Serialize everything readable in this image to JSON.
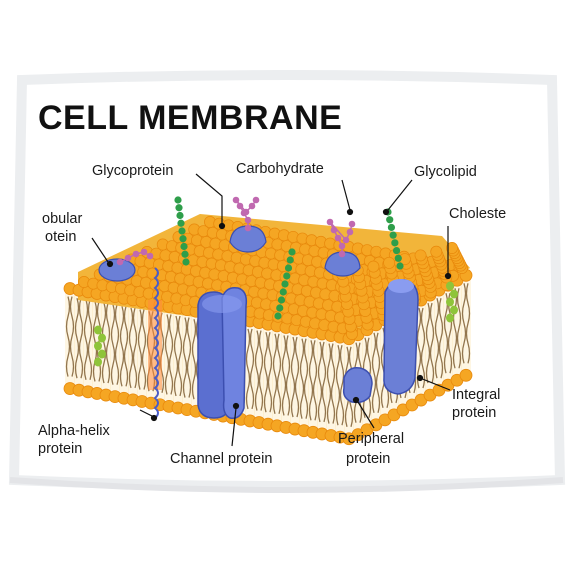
{
  "title": "CELL MEMBRANE",
  "labels": {
    "glycoprotein": "Glycoprotein",
    "carbohydrate": "Carbohydrate",
    "glycolipid": "Glycolipid",
    "globular_line1": "obular",
    "globular_line2": "otein",
    "cholesterol": "Choleste",
    "alpha_line1": "Alpha-helix",
    "alpha_line2": "protein",
    "channel": "Channel protein",
    "peripheral_line1": "Peripheral",
    "peripheral_line2": "protein",
    "integral_line1": "Integral",
    "integral_line2": "protein"
  },
  "colors": {
    "background": "#ffffff",
    "pillow_shadow": "#e8e8ea",
    "lipid_head": "#f5a623",
    "lipid_head_dark": "#e8890c",
    "lipid_tail": "#5a3a1a",
    "protein": "#6b7fd6",
    "protein_dark": "#4456b8",
    "carbohydrate": "#c069b0",
    "glycolipid_chain": "#2e9e4a",
    "cholesterol": "#8fc43a",
    "alpha_helix": "#e85a2a"
  }
}
